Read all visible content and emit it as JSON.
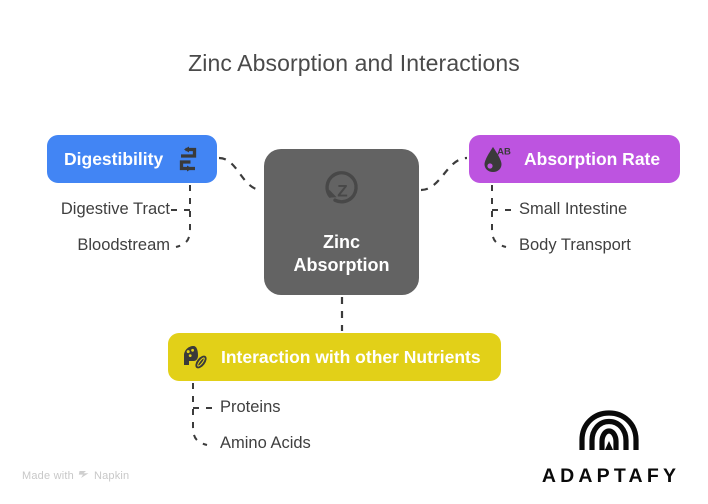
{
  "page": {
    "title": "Zinc Absorption and Interactions",
    "background_color": "#ffffff",
    "title_color": "#4a4a4a"
  },
  "diagram_data": {
    "type": "mind-map",
    "center": {
      "label": "Zinc Absorption",
      "icon": "zinc-cycle-icon",
      "color": "#636363"
    },
    "branches": [
      {
        "label": "Digestibility",
        "icon": "exchange-arrows-icon",
        "color": "#4285f4",
        "position": "left",
        "children": [
          "Digestive Tract",
          "Bloodstream"
        ]
      },
      {
        "label": "Absorption Rate",
        "icon": "blood-drop-ab-icon",
        "color": "#bd54e0",
        "position": "right",
        "children": [
          "Small Intestine",
          "Body Transport"
        ]
      },
      {
        "label": "Interaction with other Nutrients",
        "icon": "head-nutrients-icon",
        "color": "#e2d018",
        "position": "bottom",
        "children": [
          "Proteins",
          "Amino Acids"
        ]
      }
    ]
  },
  "nodes": {
    "center": {
      "label": "Zinc Absorption"
    },
    "digestibility": {
      "label": "Digestibility"
    },
    "absorption_rate": {
      "label": "Absorption Rate"
    },
    "interaction": {
      "label": "Interaction with other Nutrients"
    }
  },
  "sub_labels": {
    "digestive_tract": "Digestive Tract",
    "bloodstream": "Bloodstream",
    "small_intestine": "Small Intestine",
    "body_transport": "Body Transport",
    "proteins": "Proteins",
    "amino_acids": "Amino Acids"
  },
  "watermark": {
    "prefix": "Made with",
    "product": "Napkin",
    "icon": "napkin-logo-icon"
  },
  "brand": {
    "wordmark": "ADAPTAFY",
    "icon": "adaptafy-arch-icon"
  }
}
